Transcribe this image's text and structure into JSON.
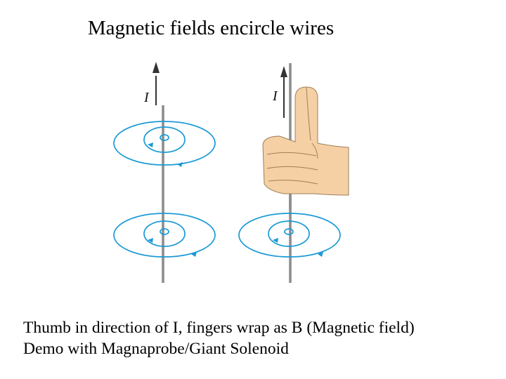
{
  "title": "Magnetic fields encircle wires",
  "wire_label": "I",
  "caption": {
    "line1": "Thumb in direction of I, fingers wrap as B (Magnetic field)",
    "line2": "Demo with Magnaprobe/Giant Solenoid"
  },
  "colors": {
    "field_lines": "#1a9ad6",
    "wire": "#8d8d8d",
    "skin": "#f4d0a4"
  },
  "icons": [
    "current-arrow-icon",
    "thumb-up-hand-icon"
  ]
}
